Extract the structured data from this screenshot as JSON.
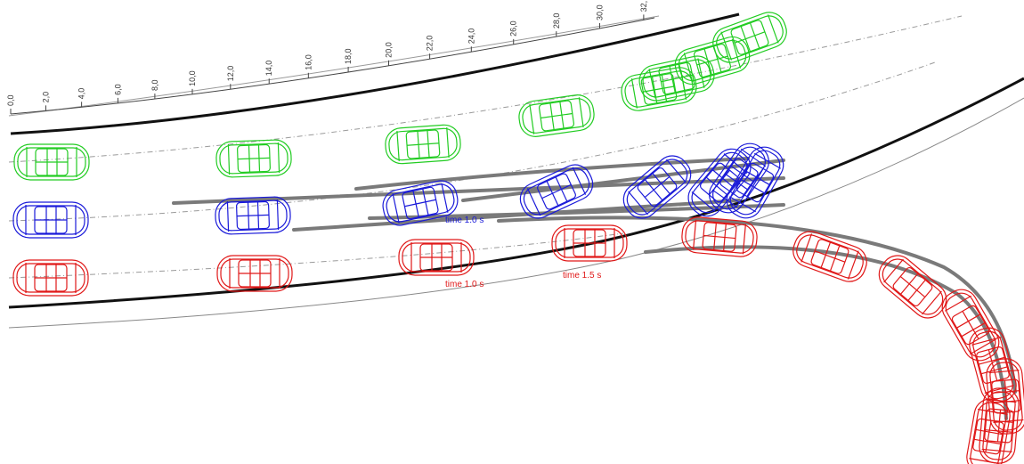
{
  "scale": {
    "tick_labels": [
      "0,0",
      "2,0",
      "4,0",
      "6,0",
      "8,0",
      "10,0",
      "12,0",
      "14,0",
      "16,0",
      "18,0",
      "20,0",
      "22,0",
      "24,0",
      "26,0",
      "28,0",
      "30,0",
      "32,"
    ]
  },
  "annotations": {
    "blue_time_label": "time 1.0 s",
    "red_time_label_1": "time 1.0 s",
    "red_time_label_2": "time 1.5 s"
  },
  "colors": {
    "green_vehicle": "#22cc22",
    "blue_vehicle": "#1a1ad9",
    "red_vehicle": "#e01818",
    "road_edge": "#111111",
    "trajectory": "#7a7a7a"
  },
  "vehicles": {
    "green": {
      "label": "green-vehicle",
      "count": 8
    },
    "blue": {
      "label": "blue-vehicle",
      "count": 8
    },
    "red": {
      "label": "red-vehicle",
      "count": 12
    }
  }
}
